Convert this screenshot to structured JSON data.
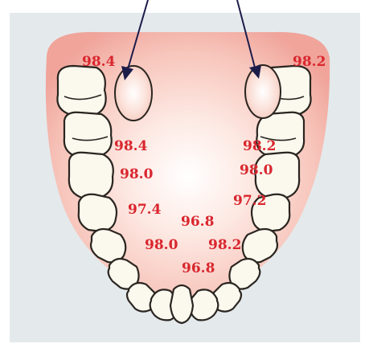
{
  "readings": [
    {
      "id": "left-molar",
      "value": "98.4"
    },
    {
      "id": "right-molar",
      "value": "98.2"
    },
    {
      "id": "left-1",
      "value": "98.4"
    },
    {
      "id": "right-1",
      "value": "98.2"
    },
    {
      "id": "left-2",
      "value": "98.0"
    },
    {
      "id": "right-2",
      "value": "98.0"
    },
    {
      "id": "left-3",
      "value": "97.4"
    },
    {
      "id": "right-3",
      "value": "97.2"
    },
    {
      "id": "center",
      "value": "96.8"
    },
    {
      "id": "front-left",
      "value": "98.0"
    },
    {
      "id": "front-right",
      "value": "98.2"
    },
    {
      "id": "front-center",
      "value": "96.8"
    }
  ],
  "colors": {
    "reading_text": "#d9262e",
    "arrow": "#1c1c4a",
    "panel": "#e4e9ec",
    "palate_center": "#ffffff",
    "palate_edge": "#f2a7a0"
  }
}
